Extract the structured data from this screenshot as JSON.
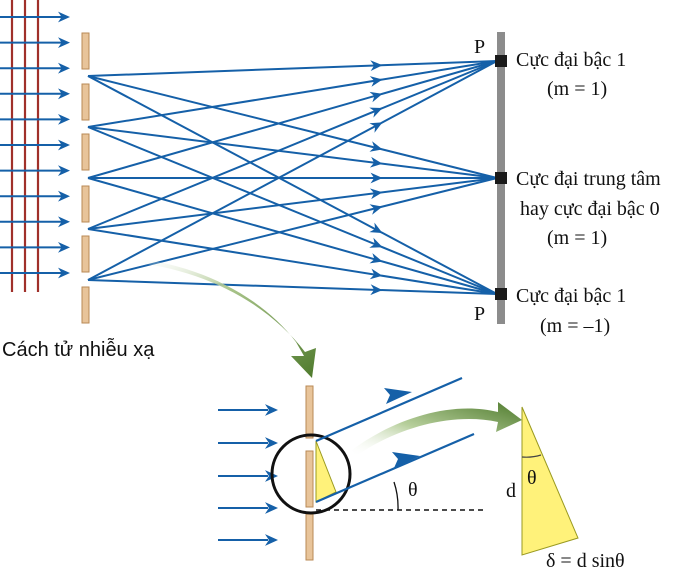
{
  "labels": {
    "grating": "Cách tử nhiễu xạ",
    "max1_top_title": "Cực đại bậc 1",
    "max1_top_order": "(m = 1)",
    "central_line1": "Cực đại trung tâm",
    "central_line2": "hay cực đại bậc 0",
    "central_order": "(m = 1)",
    "max1_bottom_title": "Cực đại bậc 1",
    "max1_bottom_order": "(m = –1)",
    "point_top": "P",
    "point_bottom": "P",
    "theta_angle": "θ",
    "theta_triangle": "θ",
    "d_symbol": "d",
    "path_difference": "δ = d sinθ"
  },
  "colors": {
    "ray": "#1560a8",
    "grating_slat": "#e8c49a",
    "grating_edge": "#b98a56",
    "screen": "#8c8c8c",
    "screen_mark": "#1a1a1a",
    "incident_lines": "#a0302a",
    "curved_arrow": "#4e7a2c",
    "triangle_fill": "#fff27a",
    "triangle_stroke": "#9a9a20"
  }
}
